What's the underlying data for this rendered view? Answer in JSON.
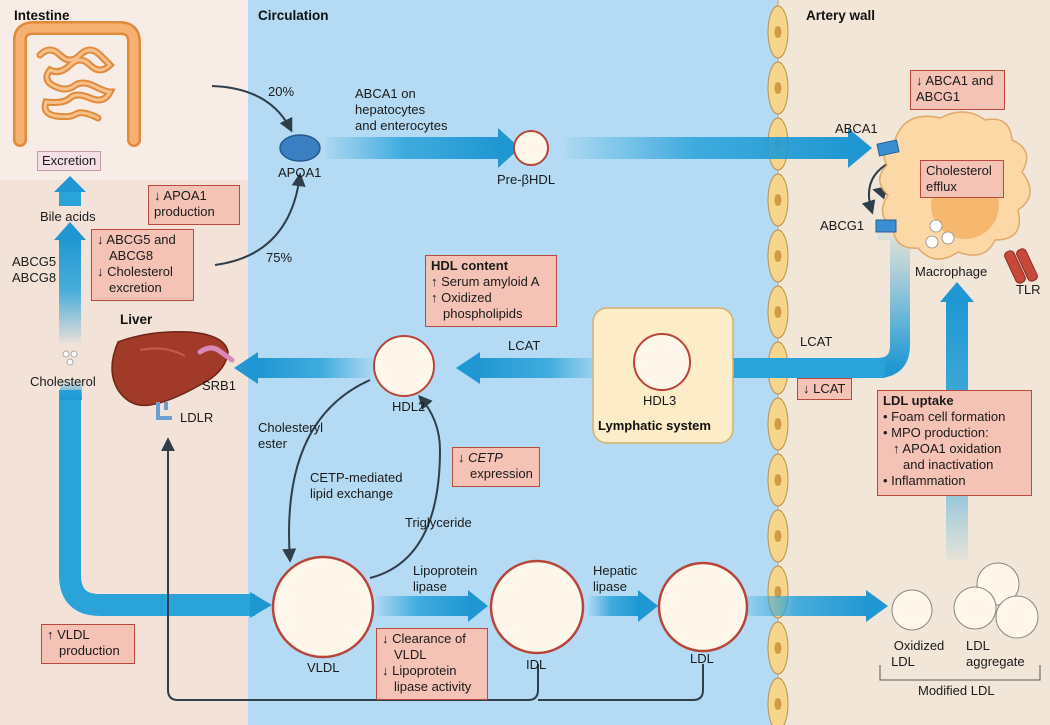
{
  "regions": {
    "intestine": "Intestine",
    "circulation": "Circulation",
    "artery_wall": "Artery wall",
    "liver": "Liver",
    "lymphatic": "Lymphatic system"
  },
  "labels": {
    "excretion": "Excretion",
    "bile_acids": "Bile acids",
    "abcg5": "ABCG5",
    "abcg8": "ABCG8",
    "cholesterol": "Cholesterol",
    "srb1": "SRB1",
    "ldlr": "LDLR",
    "pct20": "20%",
    "pct75": "75%",
    "apoa1": "APOA1",
    "abca1_line1": "ABCA1 on",
    "abca1_line2": "hepatocytes",
    "abca1_line3": "and enterocytes",
    "pre_hdl": "Pre-βHDL",
    "abca1": "ABCA1",
    "abcg1": "ABCG1",
    "cholesterol_efflux_1": "Cholesterol",
    "cholesterol_efflux_2": "efflux",
    "macrophage": "Macrophage",
    "tlr": "TLR",
    "lcat_left": "LCAT",
    "lcat_right": "LCAT",
    "hdl2": "HDL2",
    "hdl3": "HDL3",
    "cholesteryl_1": "Cholesteryl",
    "cholesteryl_2": "ester",
    "cetp_1": "CETP-mediated",
    "cetp_2": "lipid exchange",
    "triglyceride": "Triglyceride",
    "vldl": "VLDL",
    "idl": "IDL",
    "ldl": "LDL",
    "lipoprotein_1": "Lipoprotein",
    "lipoprotein_2": "lipase",
    "hepatic_1": "Hepatic",
    "hepatic_2": "lipase",
    "oxidized_1": "Oxidized",
    "oxidized_2": "LDL",
    "aggregate_1": "LDL",
    "aggregate_2": "aggregate",
    "modified_ldl": "Modified LDL"
  },
  "boxes": {
    "abca1_abcg1": [
      "↓ ABCA1 and",
      "ABCG1"
    ],
    "apoa1_prod": [
      "↓ APOA1",
      "production"
    ],
    "abcg5_abcg8": [
      "↓ ABCG5 and",
      "ABCG8",
      "↓ Cholesterol",
      "excretion"
    ],
    "hdl_content_title": "HDL content",
    "hdl_content": [
      "↑ Serum amyloid A",
      "↑ Oxidized",
      "phospholipids"
    ],
    "cetp_expr": [
      "↓ CETP",
      "expression"
    ],
    "lcat_down": "↓ LCAT",
    "ldl_uptake_title": "LDL uptake",
    "ldl_uptake": [
      "• Foam cell formation",
      "• MPO production:",
      "↑ APOA1 oxidation",
      "and inactivation",
      "• Inflammation"
    ],
    "vldl_prod": [
      "↑ VLDL",
      "production"
    ],
    "clearance": [
      "↓ Clearance of",
      "VLDL",
      "↓ Lipoprotein",
      "lipase activity"
    ]
  },
  "colors": {
    "intestine_bg": "#f3e6dc",
    "circulation_bg": "#b3dbf3",
    "artery_bg": "#f1e7da",
    "arrow_blue": "#2aa3da",
    "box_fill": "#f4c3b5",
    "box_border": "#b74a3c",
    "liver": "#9c3b2a",
    "intestine": "#f0a257",
    "lymphatic": "#fcebc7",
    "endothelial": "#f7d78c",
    "lipoprotein_rim": "#c0534a",
    "macrophage": "#fbd9a6"
  }
}
